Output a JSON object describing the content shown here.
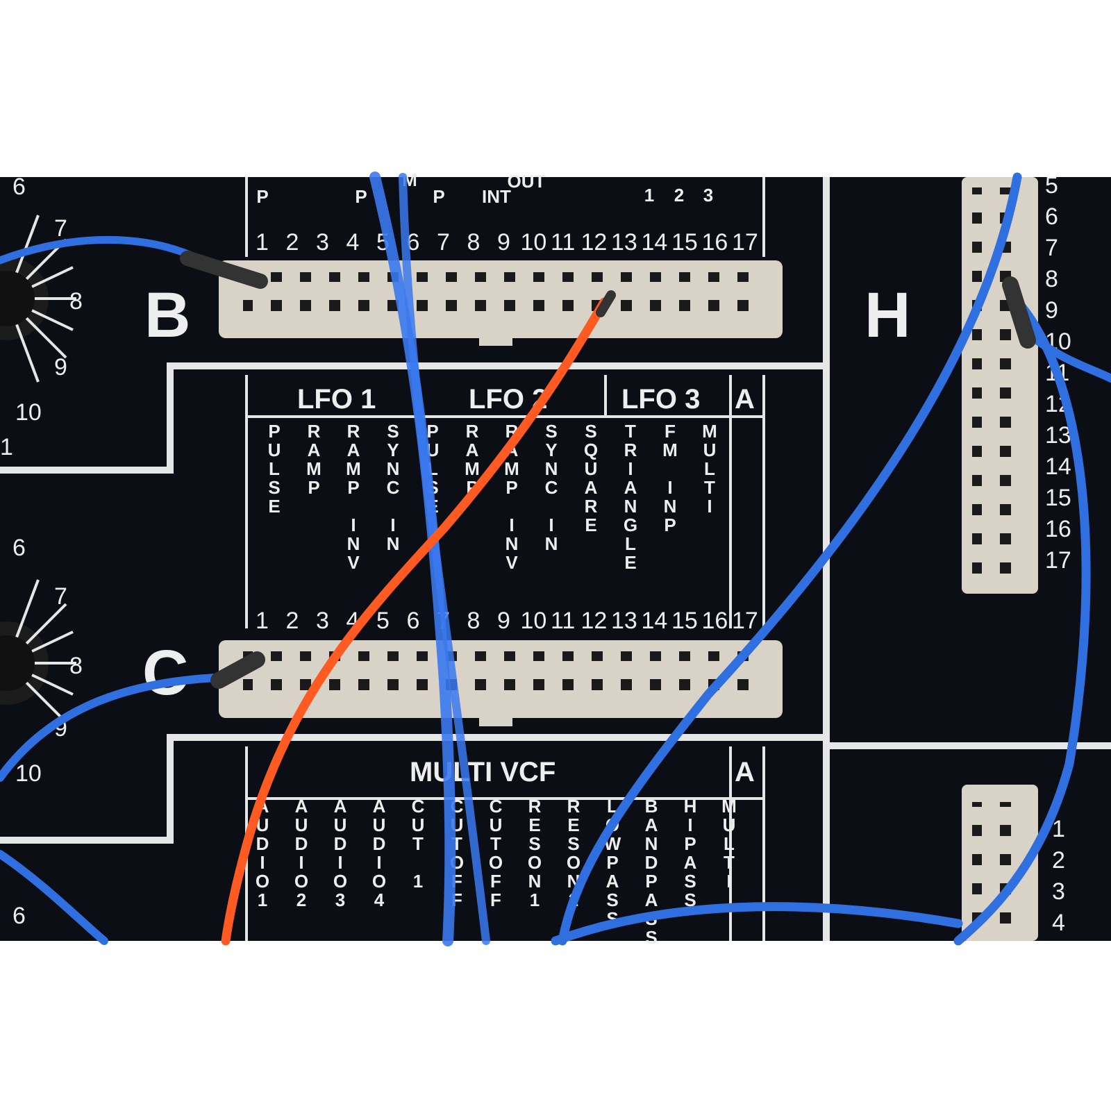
{
  "row_letters": [
    "B",
    "C",
    "H"
  ],
  "lfo_sections": [
    "LFO 1",
    "LFO 2",
    "LFO 3",
    "A"
  ],
  "lfo_signals": [
    "PULSE",
    "RAMP",
    "RAMP INV",
    "SYNC IN",
    "PULSE",
    "RAMP",
    "RAMP INV",
    "SYNC IN",
    "SQUARE",
    "TRIANGLE",
    "FM INP",
    "MULTI"
  ],
  "vcf_section": [
    "MULTI VCF",
    "A"
  ],
  "vcf_signals": [
    "AUDIO1",
    "AUDIO2",
    "AUDIO3",
    "AUDIO4",
    "CUT 1",
    "CUTOFF",
    "CUTOFF",
    "RESON1",
    "RESON2",
    "LOWPASS",
    "BANDPASS",
    "HIPASS",
    "MULTI"
  ],
  "top_partial_labels": [
    "P",
    "P",
    "M",
    "P",
    "INT",
    "OUT",
    "1",
    "2",
    "3"
  ],
  "pin_numbers": [
    "1",
    "2",
    "3",
    "4",
    "5",
    "6",
    "7",
    "8",
    "9",
    "10",
    "11",
    "12",
    "13",
    "14",
    "15",
    "16",
    "17"
  ],
  "knob_scale_upper": [
    "6",
    "7",
    "8",
    "9",
    "10",
    "1"
  ],
  "knob_scale_lower": [
    "6",
    "7",
    "8",
    "9",
    "10",
    "6"
  ],
  "right_pin_numbers_top": [
    "5",
    "6",
    "7",
    "8",
    "9",
    "10",
    "11",
    "12",
    "13",
    "14",
    "15",
    "16",
    "17"
  ],
  "right_pin_numbers_bottom": [
    "1",
    "2",
    "3",
    "4"
  ],
  "colors": {
    "panel": "#0c0e16",
    "lines": "#e6e6e6",
    "connector": "#d9d3c7",
    "wire_blue": "#2f6fe0",
    "wire_orange": "#ff5a22"
  }
}
